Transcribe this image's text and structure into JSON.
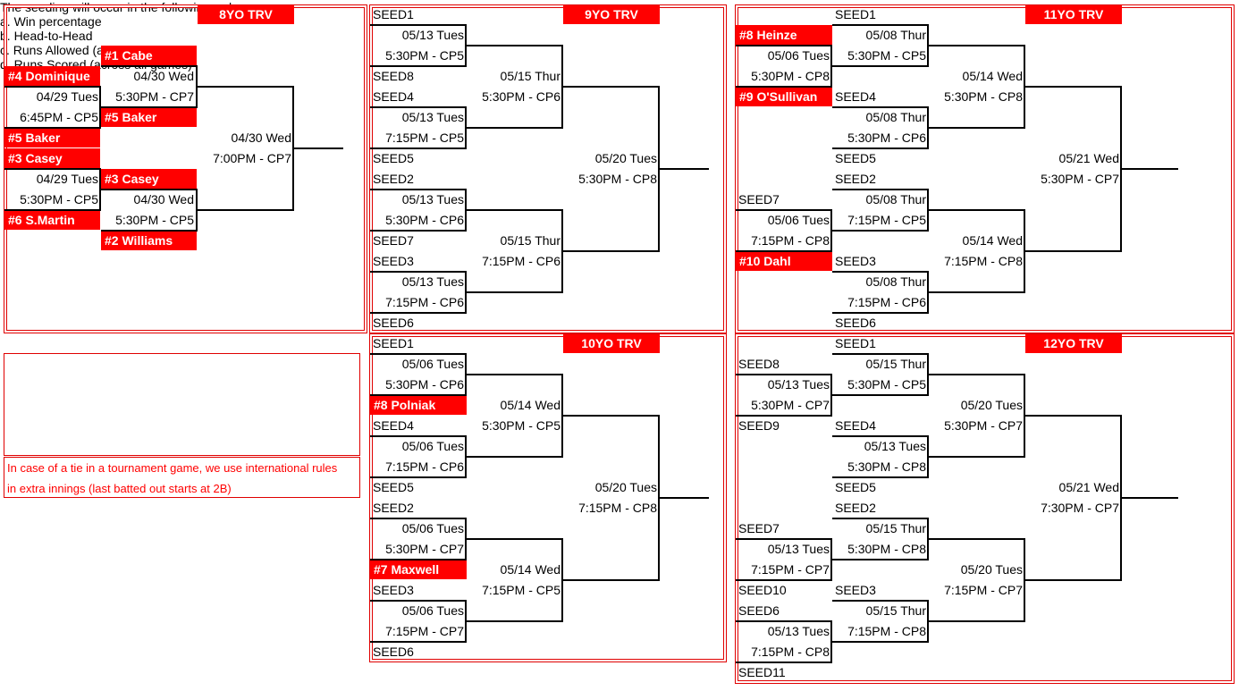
{
  "brackets": {
    "b8": {
      "title": "8YO TRV"
    },
    "b9": {
      "title": "9YO TRV"
    },
    "b10": {
      "title": "10YO TRV"
    },
    "b11": {
      "title": "11YO TRV"
    },
    "b12": {
      "title": "12YO TRV"
    }
  },
  "b8": {
    "cabe": "#1 Cabe",
    "dominique": "#4 Dominique",
    "g1_date": "04/29 Tues",
    "g1_time": "6:45PM - CP5",
    "g2_date": "04/30 Wed",
    "g2_time": "5:30PM - CP7",
    "baker_a": "#5 Baker",
    "baker_b": "#5 Baker",
    "casey_a": "#3 Casey",
    "g3_date": "04/29 Tues",
    "g3_time": "5:30PM - CP5",
    "casey_b": "#3 Casey",
    "g4_date": "04/30 Wed",
    "g4_time": "5:30PM - CP5",
    "smartin": "#6 S.Martin",
    "williams": "#2 Williams",
    "final_date": "04/30 Wed",
    "final_time": "7:00PM - CP7"
  },
  "b9": {
    "seed1": "SEED1",
    "g1_date": "05/13 Tues",
    "g1_time": "5:30PM - CP5",
    "seed8": "SEED8",
    "g2_date": "05/15 Thur",
    "g2_time": "5:30PM - CP6",
    "seed4": "SEED4",
    "g3_date": "05/13 Tues",
    "g3_time": "7:15PM - CP5",
    "seed5": "SEED5",
    "final_date": "05/20 Tues",
    "final_time": "5:30PM - CP8",
    "seed2": "SEED2",
    "g4_date": "05/13 Tues",
    "g4_time": "5:30PM - CP6",
    "seed7": "SEED7",
    "g5_date": "05/15 Thur",
    "g5_time": "7:15PM - CP6",
    "seed3": "SEED3",
    "g6_date": "05/13 Tues",
    "g6_time": "7:15PM - CP6",
    "seed6": "SEED6"
  },
  "b10": {
    "seed1": "SEED1",
    "g1_date": "05/06 Tues",
    "g1_time": "5:30PM - CP6",
    "polniak": "#8 Polniak",
    "g2_date": "05/14 Wed",
    "g2_time": "5:30PM - CP5",
    "seed4": "SEED4",
    "g3_date": "05/06 Tues",
    "g3_time": "7:15PM - CP6",
    "seed5": "SEED5",
    "final_date": "05/20 Tues",
    "final_time": "7:15PM - CP8",
    "seed2": "SEED2",
    "g4_date": "05/06 Tues",
    "g4_time": "5:30PM - CP7",
    "maxwell": "#7 Maxwell",
    "g5_date": "05/14 Wed",
    "g5_time": "7:15PM - CP5",
    "seed3": "SEED3",
    "g6_date": "05/06 Tues",
    "g6_time": "7:15PM - CP7",
    "seed6": "SEED6"
  },
  "b11": {
    "seed1": "SEED1",
    "heinze": "#8 Heinze",
    "g1_date": "05/08 Thur",
    "g1_time": "5:30PM - CP5",
    "p1_date": "05/06 Tues",
    "p1_time": "5:30PM - CP8",
    "osullivan": "#9 O'Sullivan",
    "seed4": "SEED4",
    "g2_date": "05/14 Wed",
    "g2_time": "5:30PM - CP8",
    "g3_date": "05/08 Thur",
    "g3_time": "5:30PM - CP6",
    "seed5": "SEED5",
    "final_date": "05/21 Wed",
    "final_time": "5:30PM - CP7",
    "seed2": "SEED2",
    "seed7": "SEED7",
    "g4_date": "05/08 Thur",
    "p2_date": "05/06 Tues",
    "g4_time": "7:15PM - CP5",
    "p2_time": "7:15PM - CP8",
    "g5_date": "05/14 Wed",
    "g5_time": "7:15PM - CP8",
    "dahl": "#10 Dahl",
    "seed3": "SEED3",
    "g6_date": "05/08 Thur",
    "g6_time": "7:15PM - CP6",
    "seed6": "SEED6"
  },
  "b12": {
    "seed1": "SEED1",
    "seed8": "SEED8",
    "g1_date": "05/15 Thur",
    "p1_date": "05/13 Tues",
    "g1_time": "5:30PM - CP5",
    "p1_time": "5:30PM - CP7",
    "g2_date": "05/20 Tues",
    "g2_time": "5:30PM - CP7",
    "seed9": "SEED9",
    "seed4": "SEED4",
    "g3_date": "05/13 Tues",
    "g3_time": "5:30PM - CP8",
    "seed5": "SEED5",
    "final_date": "05/21 Wed",
    "final_time": "7:30PM - CP7",
    "seed2": "SEED2",
    "seed7": "SEED7",
    "g4_date": "05/15 Thur",
    "p2_date": "05/13 Tues",
    "g4_time": "5:30PM - CP8",
    "p2_time": "7:15PM - CP7",
    "g5_date": "05/20 Tues",
    "g5_time": "7:15PM - CP7",
    "seed10": "SEED10",
    "seed3": "SEED3",
    "seed6": "SEED6",
    "g6_date": "05/15 Thur",
    "p3_date": "05/13 Tues",
    "g6_time": "7:15PM - CP8",
    "p3_time": "7:15PM - CP8",
    "seed11": "SEED11"
  },
  "legend": {
    "heading": "The seeding will occur in the following order:",
    "a": "a. Win percentage",
    "b": "b. Head-to-Head",
    "c": "c. Runs Allowed (across all games)",
    "d": "d. Runs Scored (across all games)",
    "tie_note": "In case of a tie in a tournament game, we use international rules in extra innings (last batted out starts at 2B)"
  },
  "colors": {
    "accent": "#ff0000",
    "line": "#000000"
  }
}
